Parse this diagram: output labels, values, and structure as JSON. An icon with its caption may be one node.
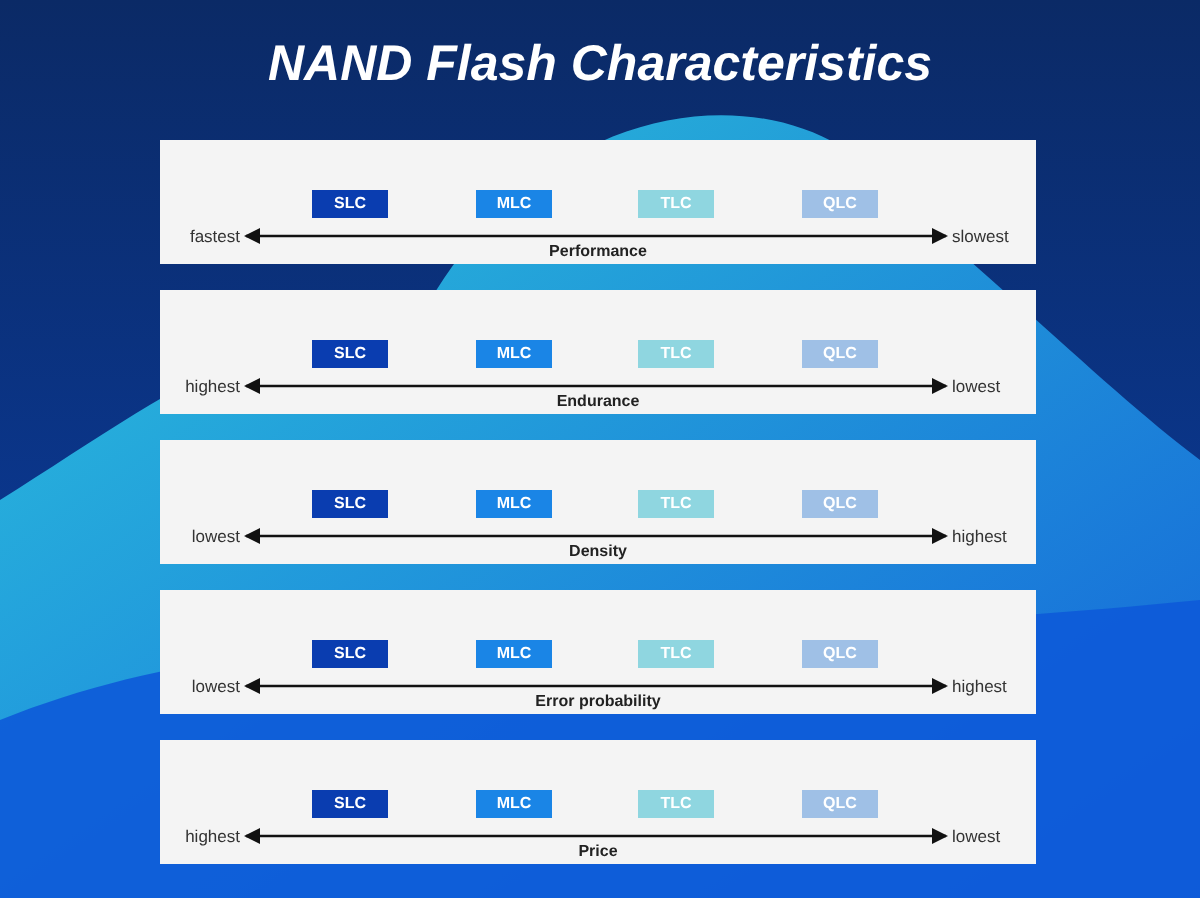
{
  "diagram": {
    "title": "NAND Flash Characteristics",
    "nodes": [
      {
        "text": [
          "Performance"
        ]
      },
      {
        "text": [
          "SLC"
        ],
        "in": 0
      },
      {
        "text": [
          "MLC"
        ],
        "in": 0
      },
      {
        "text": [
          "TLC"
        ],
        "in": 0
      },
      {
        "text": [
          "QLC"
        ],
        "in": 0
      },
      {
        "text": [
          "fastest"
        ],
        "in": 0
      },
      {
        "text": [
          "slowest"
        ],
        "in": 0
      },
      {
        "text": [
          "Endurance"
        ]
      },
      {
        "text": [
          "SLC"
        ],
        "in": 7
      },
      {
        "text": [
          "MLC"
        ],
        "in": 7
      },
      {
        "text": [
          "TLC"
        ],
        "in": 7
      },
      {
        "text": [
          "QLC"
        ],
        "in": 7
      },
      {
        "text": [
          "highest"
        ],
        "in": 7
      },
      {
        "text": [
          "lowest"
        ],
        "in": 7
      },
      {
        "text": [
          "Density"
        ]
      },
      {
        "text": [
          "SLC"
        ],
        "in": 14
      },
      {
        "text": [
          "MLC"
        ],
        "in": 14
      },
      {
        "text": [
          "TLC"
        ],
        "in": 14
      },
      {
        "text": [
          "QLC"
        ],
        "in": 14
      },
      {
        "text": [
          "lowest"
        ],
        "in": 14
      },
      {
        "text": [
          "highest"
        ],
        "in": 14
      },
      {
        "text": [
          "Error probability"
        ]
      },
      {
        "text": [
          "SLC"
        ],
        "in": 21
      },
      {
        "text": [
          "MLC"
        ],
        "in": 21
      },
      {
        "text": [
          "TLC"
        ],
        "in": 21
      },
      {
        "text": [
          "QLC"
        ],
        "in": 21
      },
      {
        "text": [
          "lowest"
        ],
        "in": 21
      },
      {
        "text": [
          "highest"
        ],
        "in": 21
      },
      {
        "text": [
          "Price"
        ]
      },
      {
        "text": [
          "SLC"
        ],
        "in": 28
      },
      {
        "text": [
          "MLC"
        ],
        "in": 28
      },
      {
        "text": [
          "TLC"
        ],
        "in": 28
      },
      {
        "text": [
          "QLC"
        ],
        "in": 28
      },
      {
        "text": [
          "highest"
        ],
        "in": 28
      },
      {
        "text": [
          "lowest"
        ],
        "in": 28
      }
    ],
    "edges": [
      {
        "from": 5,
        "to": 6,
        "arrow": "both"
      },
      {
        "from": 12,
        "to": 13,
        "arrow": "both"
      },
      {
        "from": 19,
        "to": 20,
        "arrow": "both"
      },
      {
        "from": 26,
        "to": 27,
        "arrow": "both"
      },
      {
        "from": 33,
        "to": 34,
        "arrow": "both"
      }
    ]
  }
}
